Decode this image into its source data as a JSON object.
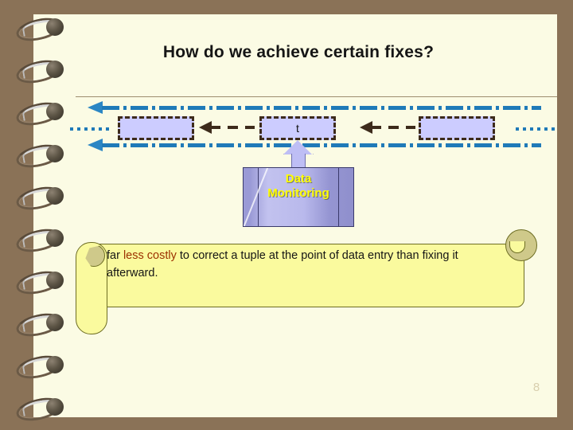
{
  "slide": {
    "title": "How do we achieve certain fixes?",
    "page_number": "8",
    "background_color": "#8a7257",
    "page_color": "#FBFBE4"
  },
  "diagram": {
    "ellipsis_left": "......",
    "ellipsis_right": "......",
    "boxes": [
      {
        "id": "box-left",
        "label": ""
      },
      {
        "id": "box-center",
        "label": "t"
      },
      {
        "id": "box-right",
        "label": ""
      }
    ],
    "source_box": {
      "line1": "Data",
      "line2": "Monitoring",
      "text_color": "#FFFF00"
    },
    "colors": {
      "box_fill": "#CCCCFF",
      "box_border": "#3d2b1b",
      "feedback_arrow": "#1f7ab8",
      "connector_arrow": "#3d2b1b"
    }
  },
  "scroll": {
    "text_before": "far ",
    "text_highlight": "less costly",
    "text_after": " to correct a tuple at the point of data entry than fixing it afterward.",
    "highlight_color": "#9C3000",
    "paper_color": "#FAFA9E"
  }
}
